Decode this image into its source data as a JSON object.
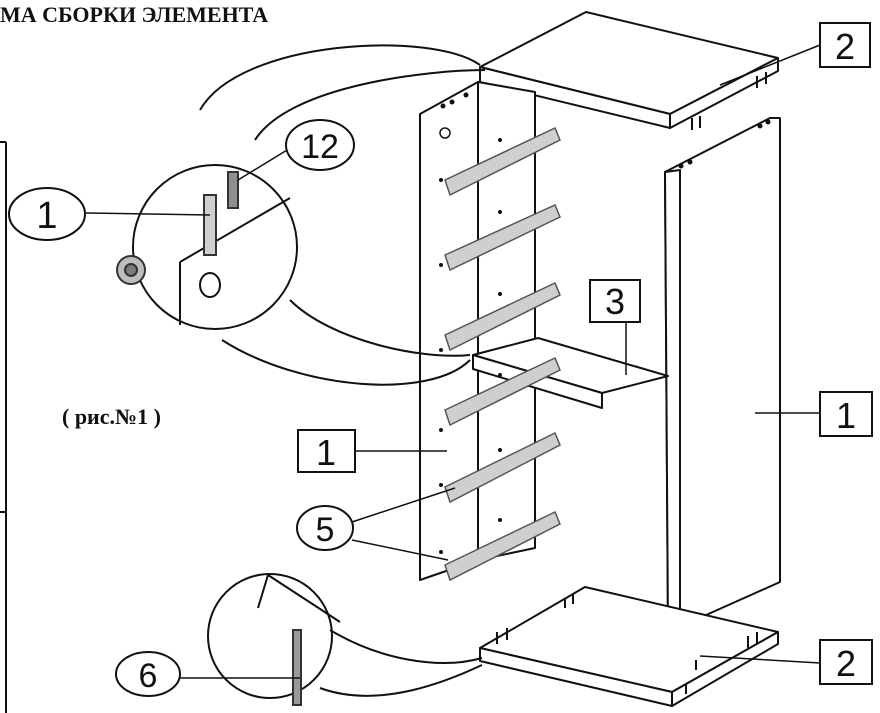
{
  "title": "МА СБОРКИ ЭЛЕМЕНТА",
  "caption": "( рис.№1 )",
  "callouts": {
    "circle_1": "1",
    "circle_12": "12",
    "circle_5": "5",
    "circle_6": "6",
    "box_2_top": "2",
    "box_3": "3",
    "box_1_right": "1",
    "box_1_left": "1",
    "box_2_bottom": "2"
  },
  "colors": {
    "line": "#111111",
    "panel": "#ffffff",
    "hardware": "#9a9a9a"
  }
}
